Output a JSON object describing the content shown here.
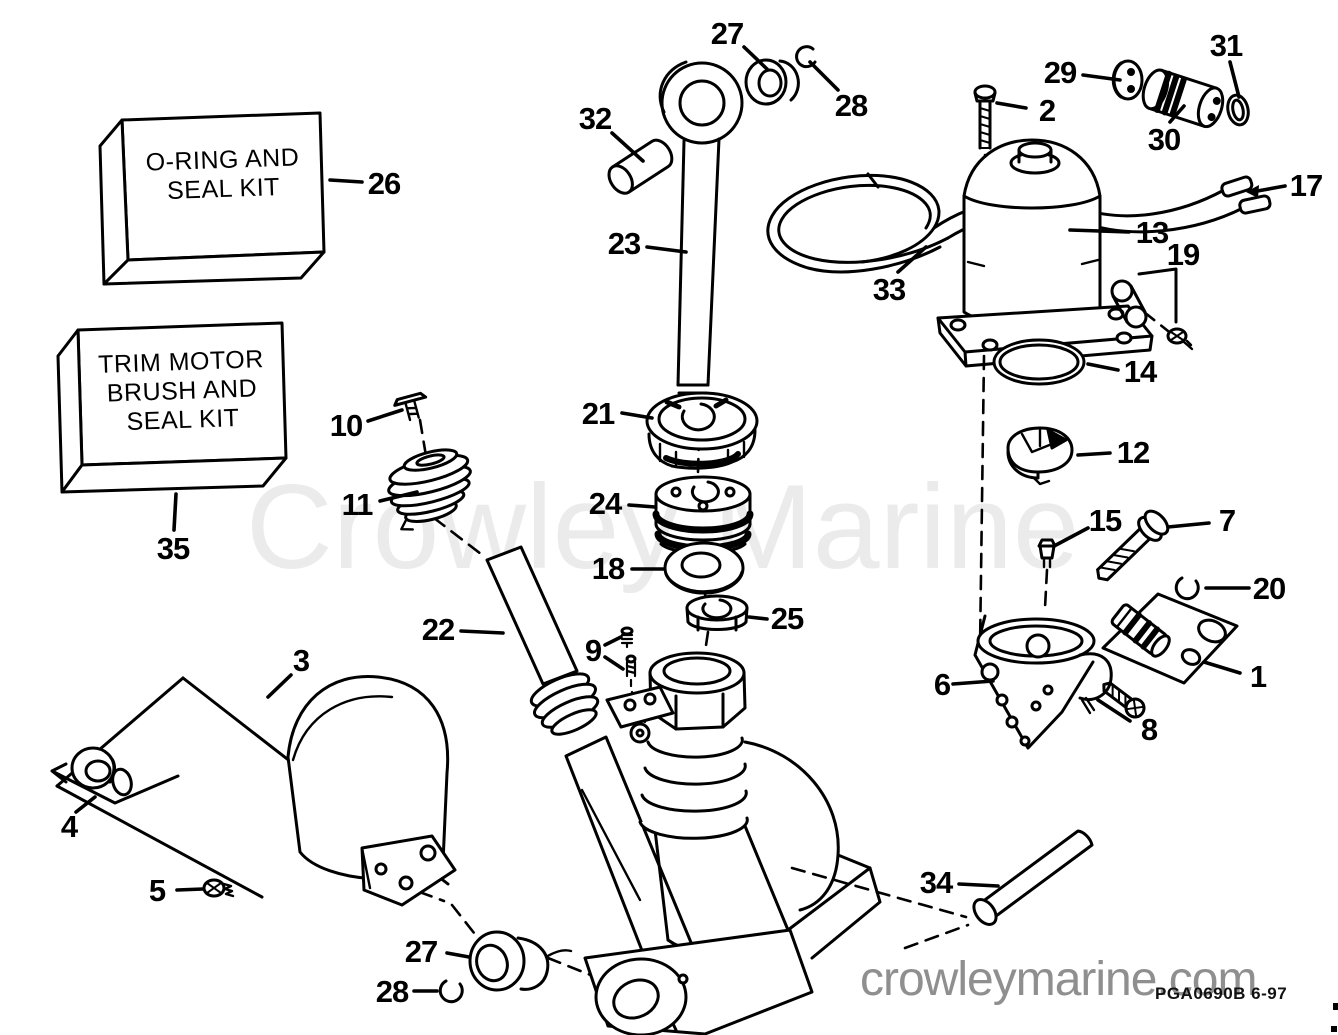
{
  "page": {
    "watermark": "Crowley Marine",
    "website": "crowleymarine.com",
    "drawing_code": "PGA0690B 6-97"
  },
  "kit_boxes": {
    "oring_seal_kit": {
      "line1": "O-RING AND",
      "line2": "SEAL KIT"
    },
    "trim_motor_kit": {
      "line1": "TRIM MOTOR",
      "line2": "BRUSH AND",
      "line3": "SEAL KIT"
    }
  },
  "callouts": [
    {
      "id": "27-top",
      "label": "27"
    },
    {
      "id": "28-top",
      "label": "28"
    },
    {
      "id": "32",
      "label": "32"
    },
    {
      "id": "23",
      "label": "23"
    },
    {
      "id": "2",
      "label": "2"
    },
    {
      "id": "29",
      "label": "29"
    },
    {
      "id": "31",
      "label": "31"
    },
    {
      "id": "30",
      "label": "30"
    },
    {
      "id": "17",
      "label": "17"
    },
    {
      "id": "13",
      "label": "13"
    },
    {
      "id": "19",
      "label": "19"
    },
    {
      "id": "33",
      "label": "33"
    },
    {
      "id": "14",
      "label": "14"
    },
    {
      "id": "12",
      "label": "12"
    },
    {
      "id": "21",
      "label": "21"
    },
    {
      "id": "10",
      "label": "10"
    },
    {
      "id": "11",
      "label": "11"
    },
    {
      "id": "24",
      "label": "24"
    },
    {
      "id": "18",
      "label": "18"
    },
    {
      "id": "25",
      "label": "25"
    },
    {
      "id": "15",
      "label": "15"
    },
    {
      "id": "7",
      "label": "7"
    },
    {
      "id": "20",
      "label": "20"
    },
    {
      "id": "22",
      "label": "22"
    },
    {
      "id": "9",
      "label": "9"
    },
    {
      "id": "6",
      "label": "6"
    },
    {
      "id": "1",
      "label": "1"
    },
    {
      "id": "8",
      "label": "8"
    },
    {
      "id": "3",
      "label": "3"
    },
    {
      "id": "4",
      "label": "4"
    },
    {
      "id": "5",
      "label": "5"
    },
    {
      "id": "34",
      "label": "34"
    },
    {
      "id": "27-bottom",
      "label": "27"
    },
    {
      "id": "28-bottom",
      "label": "28"
    },
    {
      "id": "26",
      "label": "26"
    },
    {
      "id": "35",
      "label": "35"
    }
  ]
}
